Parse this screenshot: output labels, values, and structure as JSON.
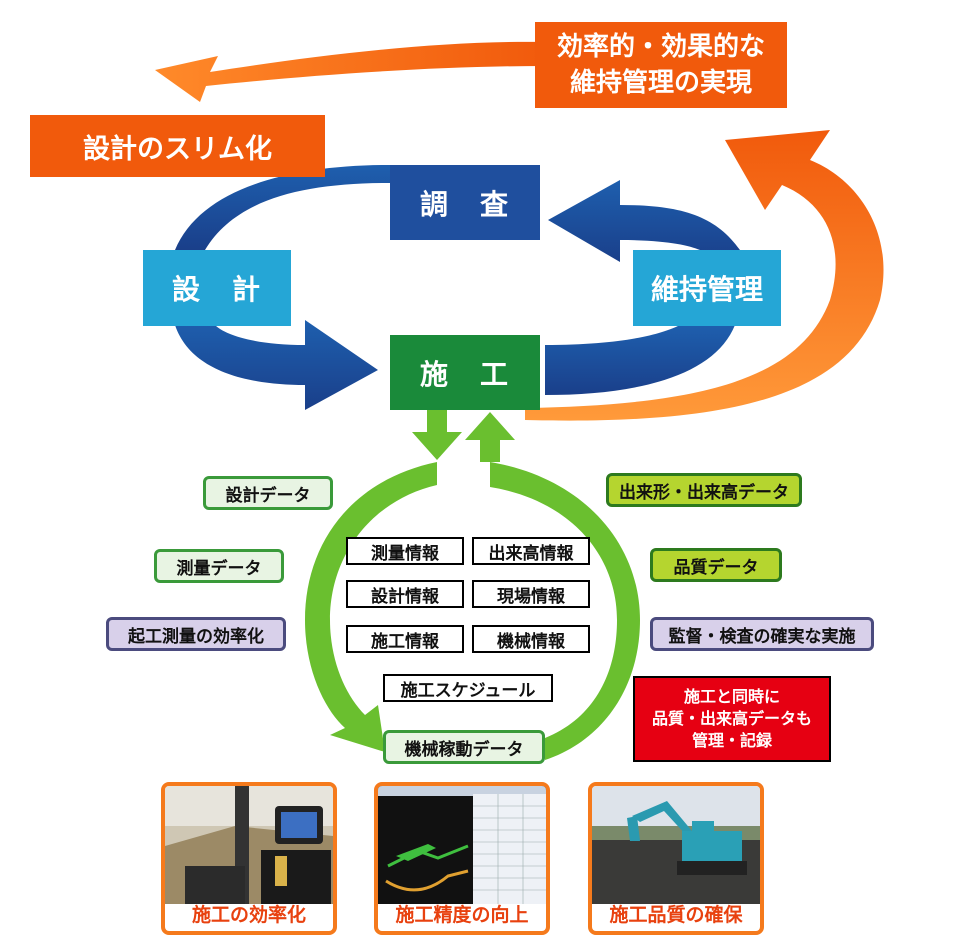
{
  "top_banner": {
    "line1": "効率的・効果的な",
    "line2": "維持管理の実現"
  },
  "left_banner": "設計のスリム化",
  "cycle": {
    "survey": "調　査",
    "design": "設　計",
    "construction": "施　工",
    "maintenance": "維持管理"
  },
  "left_tags": [
    "設計データ",
    "測量データ",
    "起工測量の効率化"
  ],
  "right_tags": [
    "出来形・出来高データ",
    "品質データ",
    "監督・検査の確実な実施"
  ],
  "info_boxes": [
    "測量情報",
    "出来高情報",
    "設計情報",
    "現場情報",
    "施工情報",
    "機械情報"
  ],
  "schedule": "施工スケジュール",
  "machine_data": "機械稼動データ",
  "red_note": {
    "line1": "施工と同時に",
    "line2": "品質・出来高データも",
    "line3": "管理・記録"
  },
  "photos": [
    {
      "caption": "施工の効率化"
    },
    {
      "caption": "施工精度の向上"
    },
    {
      "caption": "施工品質の確保"
    }
  ],
  "colors": {
    "orange": "#f15a0c",
    "dark_blue": "#1f4f9e",
    "light_blue": "#25a6d6",
    "green_box": "#1a8a3a",
    "green_arrow": "#6abf2f",
    "red": "#e60012"
  }
}
